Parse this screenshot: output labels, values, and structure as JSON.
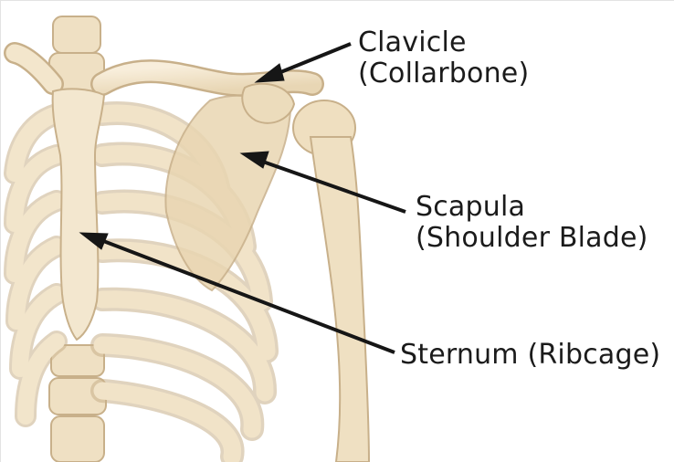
{
  "labels": {
    "clavicle": {
      "line1": "Clavicle",
      "line2": "(Collarbone)"
    },
    "scapula": {
      "line1": "Scapula",
      "line2": "(Shoulder Blade)"
    },
    "sternum": {
      "line1": "Sternum (Ribcage)"
    }
  },
  "colors": {
    "bone_fill": "#f0e1c5",
    "bone_light": "#f8eedb",
    "bone_stroke": "#c8b08a",
    "bone_shadow": "#d8c19c",
    "text": "#1b1b1b",
    "background": "#ffffff"
  }
}
